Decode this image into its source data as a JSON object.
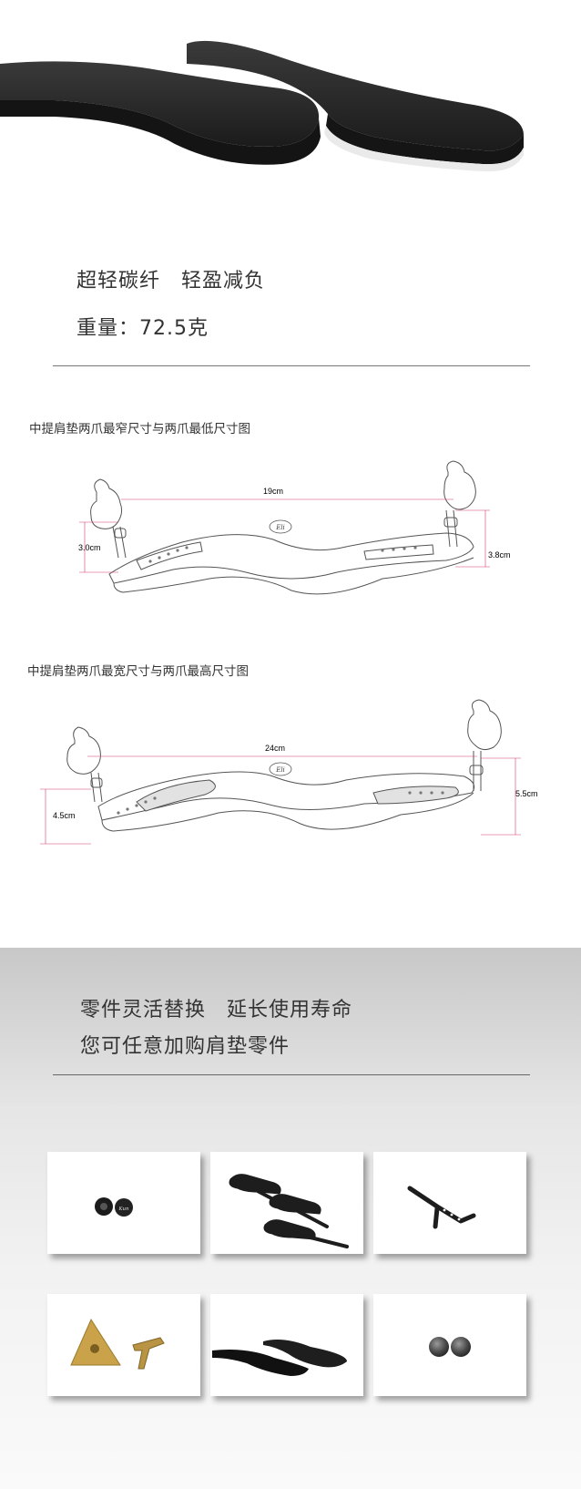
{
  "hero": {
    "line1": "超轻碳纤　轻盈减负",
    "line2": "重量：72.5克"
  },
  "diagram_narrow": {
    "title": "中提肩垫两爪最窄尺寸与两爪最低尺寸图",
    "width_label": "19cm",
    "left_height_label": "3.0cm",
    "right_height_label": "3.8cm",
    "logo_text": "Eli"
  },
  "diagram_wide": {
    "title": "中提肩垫两爪最宽尺寸与两爪最高尺寸图",
    "width_label": "24cm",
    "left_height_label": "4.5cm",
    "right_height_label": "5.5cm",
    "logo_text": "Eli"
  },
  "parts": {
    "line1": "零件灵活替换　延长使用寿命",
    "line2": "您可任意加购肩垫零件",
    "knob_logo": "Kun"
  }
}
